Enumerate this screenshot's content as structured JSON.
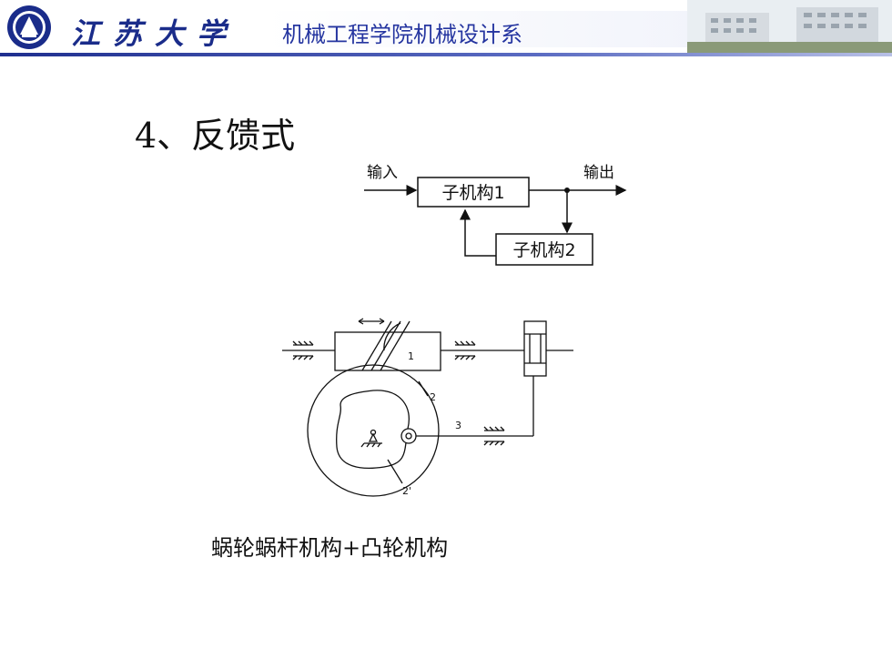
{
  "header": {
    "university_name": "江苏大学",
    "department": "机械工程学院机械设计系"
  },
  "slide": {
    "title": "4、反馈式",
    "caption": "蜗轮蜗杆机构+凸轮机构"
  },
  "block_diagram": {
    "input_label": "输入",
    "output_label": "输出",
    "block1_label": "子机构1",
    "block2_label": "子机构2"
  },
  "mechanism": {
    "label_1": "1",
    "label_2": "2",
    "label_2p": "2'",
    "label_3": "3"
  }
}
